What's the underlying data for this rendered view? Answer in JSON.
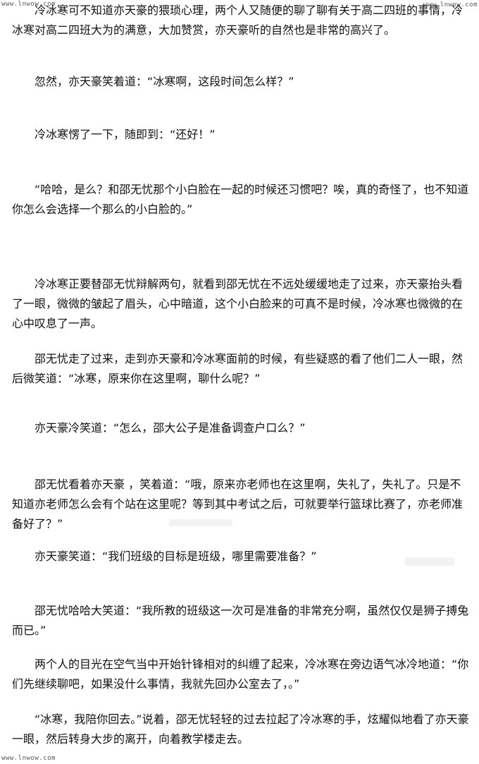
{
  "watermarks": {
    "top_left": "www.lnwow.com",
    "top_right": "www.lnwow.com",
    "bottom_left": "www.lnwow.com"
  },
  "paragraphs": [
    "冷冰寒可不知道亦天豪的猥琐心理，两个人又随便的聊了聊有关于高二四班的事情，冷冰寒对高二四班大为的满意，大加赞赏，亦天豪听的自然也是非常的高兴了。",
    "忽然，亦天豪笑着道：“冰寒啊，这段时间怎么样？”",
    "冷冰寒愣了一下，随即到：“还好！”",
    "“哈哈，是么？和邵无忧那个小白脸在一起的时候还习惯吧？唉，真的奇怪了，也不知道你怎么会选择一个那么的小白脸的。”",
    "冷冰寒正要替邵无忧辩解两句，就看到邵无忧在不远处缓缓地走了过来，亦天豪抬头看了一眼，微微的皱起了眉头，心中暗道，这个小白脸来的可真不是时候，冷冰寒也微微的在心中叹息了一声。",
    "邵无忧走了过来，走到亦天豪和冷冰寒面前的时候，有些疑惑的看了他们二人一眼，然后微笑道：“冰寒，原来你在这里啊，聊什么呢？”",
    "亦天豪冷笑道：“怎么，邵大公子是准备调查户口么？”",
    "邵无忧看着亦天豪 ，笑着道：“哦，原来亦老师也在这里啊，失礼了，失礼了。只是不知道亦老师怎么会有个站在这里呢？等到其中考试之后，可就要举行篮球比赛了，亦老师准备好了？”",
    "亦天豪笑道：“我们班级的目标是班级，哪里需要准备？”",
    "邵无忧哈哈大笑道：“我所教的班级这一次可是准备的非常充分啊，虽然仅仅是狮子搏兔而已。”",
    "两个人的目光在空气当中开始针锋相对的纠缠了起来，冷冰寒在旁边语气冰冷地道：“你们先继续聊吧，如果没什么事情，我就先回办公室去了，。”",
    "“冰寒，我陪你回去。”说着，邵无忧轻轻的过去拉起了冷冰寒的手，炫耀似地看了亦天豪一眼，然后转身大步的离开，向着教学楼走去。"
  ]
}
